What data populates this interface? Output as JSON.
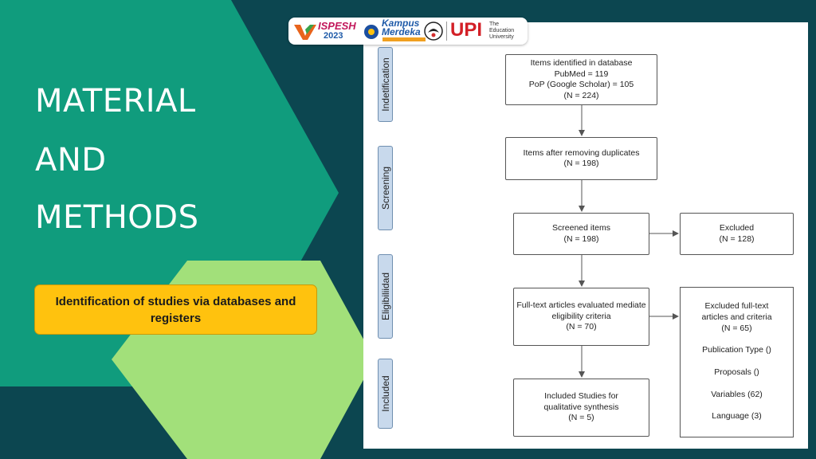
{
  "slide": {
    "title_lines": [
      "MATERIAL",
      "AND",
      "METHODS"
    ],
    "callout": "Identification of studies via databases and registers",
    "colors": {
      "background": "#0c4650",
      "teal": "#109c7d",
      "light_green": "#a2e07a",
      "callout": "#ffc20e"
    }
  },
  "logos": {
    "ispesh": "ISPESH",
    "year": "2023",
    "kampus": "Kampus",
    "merdeka": "Merdeka",
    "upi": "UPI",
    "university_lines": [
      "The",
      "Education",
      "University"
    ]
  },
  "flowchart": {
    "stages": [
      "Indetification",
      "Screening",
      "Eligibiliidad",
      "Included"
    ],
    "identified": [
      "Items identified in database",
      "PubMed = 119",
      "PoP (Google Scholar) = 105",
      "(N = 224)"
    ],
    "after_duplicates": [
      "Items after removing duplicates",
      "(N = 198)"
    ],
    "screened": [
      "Screened items",
      "(N = 198)"
    ],
    "excluded": [
      "Excluded",
      "(N = 128)"
    ],
    "full_text": [
      "Full-text articles evaluated mediate",
      "eligibility criteria",
      "(N = 70)"
    ],
    "excluded_full_text": {
      "heading": [
        "Excluded full-text",
        "articles and criteria",
        "(N = 65)"
      ],
      "items": [
        "Publication Type ()",
        "Proposals ()",
        "Variables (62)",
        "Language (3)"
      ]
    },
    "included": [
      "Included Studies for",
      "qualitative synthesis",
      "(N = 5)"
    ]
  }
}
